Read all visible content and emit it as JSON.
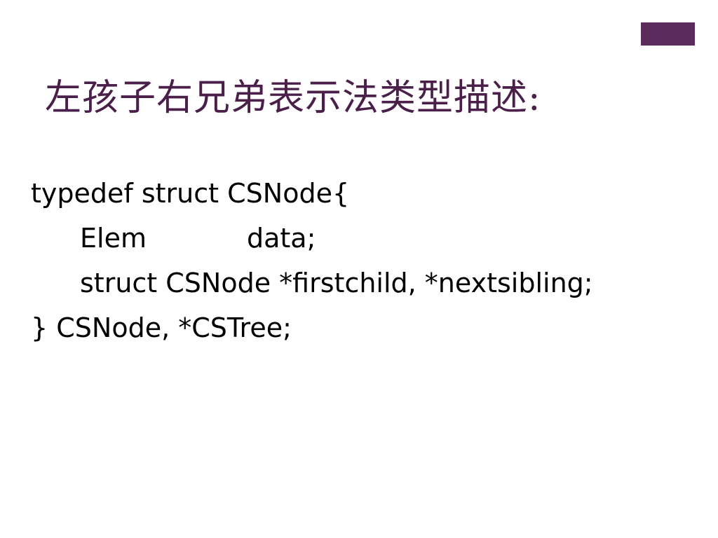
{
  "slide": {
    "title": "左孩子右兄弟表示法类型描述:",
    "code_lines": {
      "line1": "typedef struct CSNode{",
      "line2_type": "Elem",
      "line2_field": "data;",
      "line3": "struct CSNode  *firstchild, *nextsibling;",
      "line4": "} CSNode, *CSTree;"
    }
  },
  "colors": {
    "accent": "#5b2b5b",
    "title": "#4a1f4a",
    "text": "#000000"
  }
}
